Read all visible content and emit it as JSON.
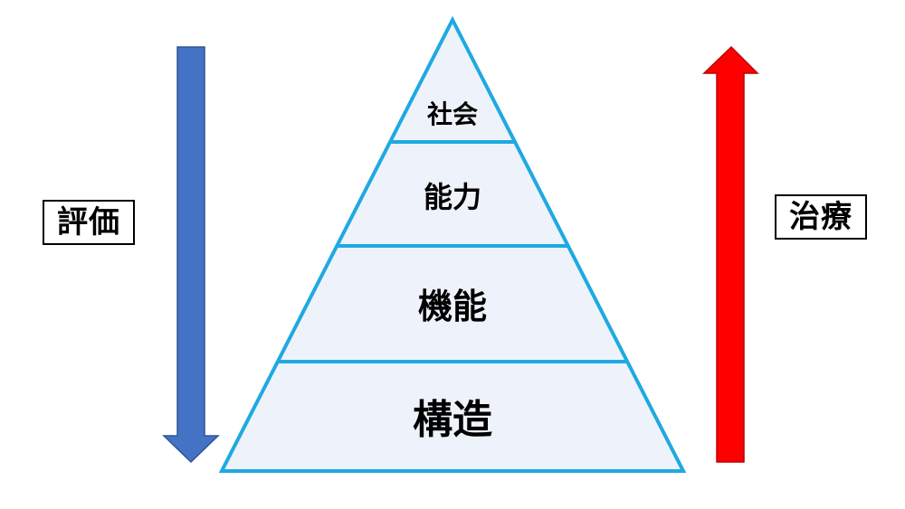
{
  "pyramid": {
    "levels": [
      {
        "label": "社会"
      },
      {
        "label": "能力"
      },
      {
        "label": "機能"
      },
      {
        "label": "構造"
      }
    ],
    "fill_color": "#eef3fb",
    "stroke_color": "#1fa9e1"
  },
  "left_label": {
    "text": "評価",
    "arrow_direction": "down",
    "arrow_color": "#4472c4"
  },
  "right_label": {
    "text": "治療",
    "arrow_direction": "up",
    "arrow_color": "#ff0000"
  }
}
